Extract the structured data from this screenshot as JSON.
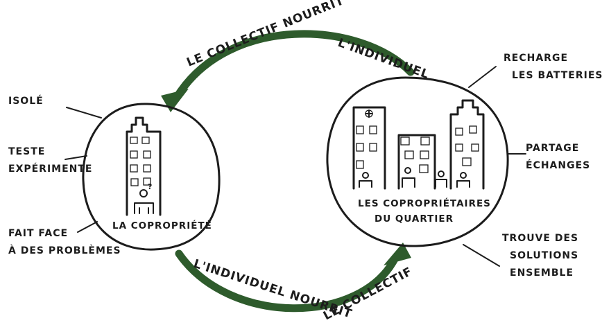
{
  "colors": {
    "ink": "#1c1c1c",
    "arrow_green": "#2e5b2c",
    "building_green": "#2e4a32",
    "background": "#ffffff"
  },
  "arrows": {
    "top": {
      "line1": "LE COLLECTIF NOURRIT",
      "line2": "L'INDIVIDUEL"
    },
    "bottom": {
      "line1": "L'INDIVIDUEL NOURRIT",
      "line2": "LE COLLECTIF"
    }
  },
  "left_circle": {
    "caption": "LA COPROPRIÉTÉ",
    "labels": {
      "isole": "ISOLÉ",
      "teste_line1": "TESTE",
      "teste_line2": "EXPÉRIMENTE",
      "fait_line1": "FAIT FACE",
      "fait_line2": "À DES PROBLÈMES"
    }
  },
  "right_circle": {
    "caption_line1": "LES COPROPRIÉTAIRES",
    "caption_line2": "DU QUARTIER",
    "labels": {
      "recharge_line1": "RECHARGE",
      "recharge_line2": "LES BATTERIES",
      "partage_line1": "PARTAGE",
      "partage_line2": "ÉCHANGES",
      "trouve_line1": "TROUVE DES",
      "trouve_line2": "SOLUTIONS",
      "trouve_line3": "ENSEMBLE"
    }
  },
  "icons": [
    "building-icon",
    "person-icon",
    "question-mark-icon",
    "arrow-icon"
  ]
}
